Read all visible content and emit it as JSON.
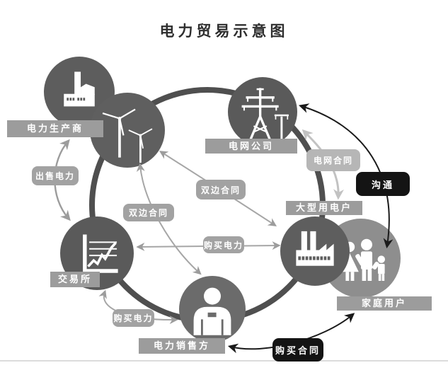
{
  "title": "电力贸易示意图",
  "colors": {
    "circle_dark": "#5d5d5d",
    "circle_mid": "#6b6b6b",
    "circle_light": "#8e8e8e",
    "ring": "#4f4f4f",
    "label_bar": "#9c9c9c",
    "label_tag": "#a2a2a2",
    "label_tag_light": "#b6b6b6",
    "label_black": "#141414",
    "arrow_gray": "#9c9c9c",
    "arrow_light": "#c2c2c2",
    "arrow_black": "#1a1a1a"
  },
  "nodes": {
    "producer": {
      "label": "电力生产商",
      "icon": "factory-icon"
    },
    "wind": {
      "icon": "wind-turbine-icon"
    },
    "grid": {
      "label": "电网公司",
      "icon": "transmission-tower-icon"
    },
    "large_user": {
      "label": "大型用电户",
      "icon": "industrial-plant-icon"
    },
    "family": {
      "label": "家庭用户",
      "icon": "family-icon"
    },
    "seller": {
      "label": "电力销售方",
      "icon": "salesperson-icon"
    },
    "exchange": {
      "label": "交易所",
      "icon": "price-chart-icon"
    }
  },
  "edges": {
    "sell_power": {
      "label": "出售电力",
      "from": "电力生产商",
      "to": "交易所",
      "style": "gray",
      "direction": "both"
    },
    "bilateral_1": {
      "label": "双边合同",
      "from": "电力生产商",
      "to": "大型用电户",
      "style": "gray",
      "direction": "both"
    },
    "bilateral_2": {
      "label": "双边合同",
      "from": "电力生产商",
      "to": "电力销售方",
      "style": "gray",
      "direction": "both"
    },
    "buy_power_1": {
      "label": "购买电力",
      "from": "交易所",
      "to": "大型用电户",
      "style": "gray",
      "direction": "both"
    },
    "buy_power_2": {
      "label": "购买电力",
      "from": "交易所",
      "to": "电力销售方",
      "style": "gray",
      "direction": "both"
    },
    "grid_contract": {
      "label": "电网合同",
      "from": "电网公司",
      "to": "大型用电户",
      "style": "light",
      "direction": "both"
    },
    "communicate": {
      "label": "沟通",
      "from": "电网公司",
      "to": "家庭用户",
      "style": "black",
      "direction": "both"
    },
    "buy_contract": {
      "label": "购买合同",
      "from": "电力销售方",
      "to": "家庭用户",
      "style": "black",
      "direction": "both"
    }
  }
}
